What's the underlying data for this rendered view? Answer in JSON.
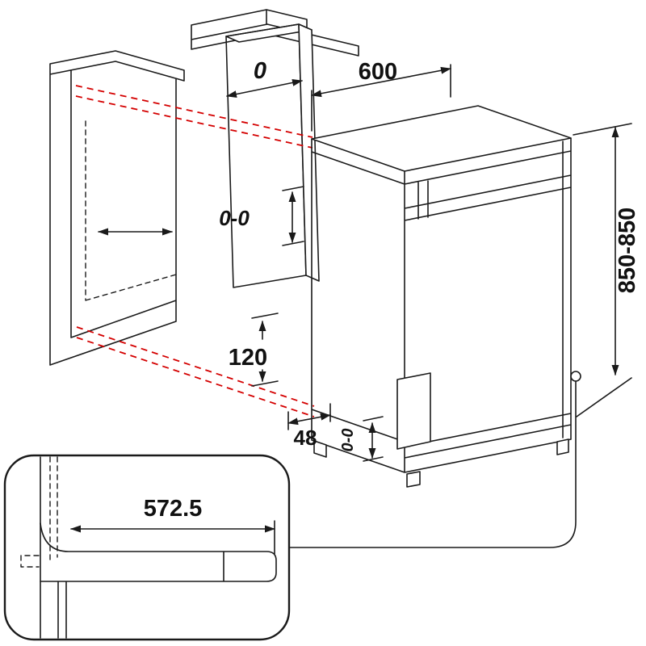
{
  "diagram": {
    "type": "appliance-installation-drawing",
    "labels": {
      "top_gap": "0",
      "width_mm": "600",
      "side_gap": "0-0",
      "height_mm": "850-850",
      "lower_clearance_mm": "120",
      "foot_inset_mm": "48",
      "bottom_gap": "0-0",
      "detail_depth_mm": "572.5"
    },
    "colors": {
      "line": "#1a1a1a",
      "alignment": "#d40000",
      "panel": "#b4b4b4"
    }
  }
}
